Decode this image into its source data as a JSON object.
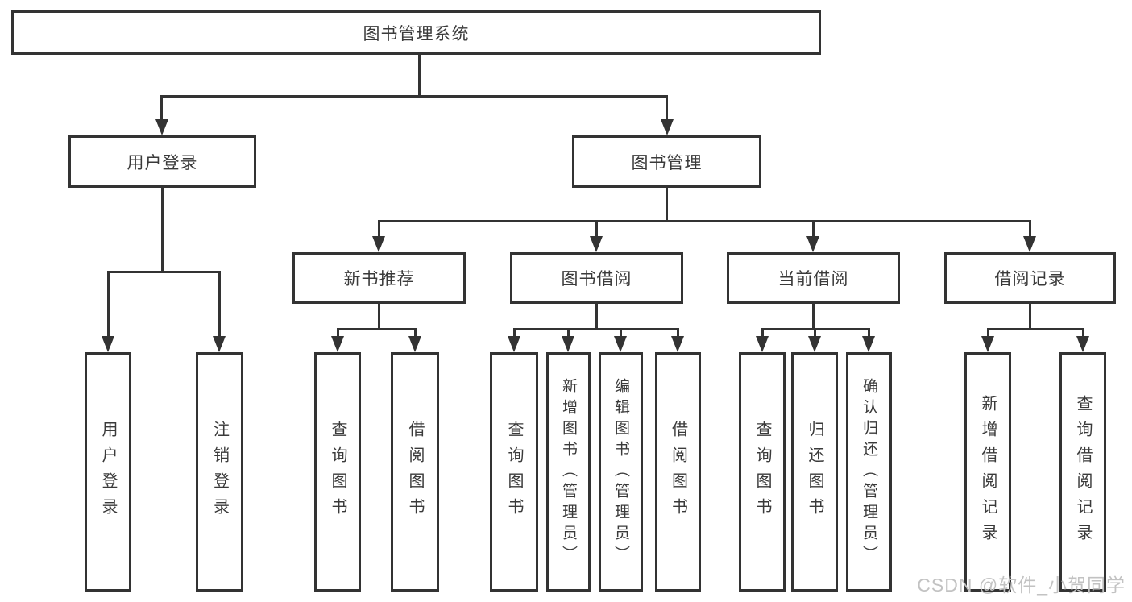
{
  "diagram": {
    "root": {
      "label": "图书管理系统"
    },
    "branches": [
      {
        "label": "用户登录",
        "children": [
          {
            "label": "用户登录"
          },
          {
            "label": "注销登录"
          }
        ]
      },
      {
        "label": "图书管理",
        "children": [
          {
            "label": "新书推荐",
            "children": [
              {
                "label": "查询图书"
              },
              {
                "label": "借阅图书"
              }
            ]
          },
          {
            "label": "图书借阅",
            "children": [
              {
                "label": "查询图书"
              },
              {
                "label": "新增图书（管理员）"
              },
              {
                "label": "编辑图书（管理员）"
              },
              {
                "label": "借阅图书"
              }
            ]
          },
          {
            "label": "当前借阅",
            "children": [
              {
                "label": "查询图书"
              },
              {
                "label": "归还图书"
              },
              {
                "label": "确认归还（管理员）"
              }
            ]
          },
          {
            "label": "借阅记录",
            "children": [
              {
                "label": "新增借阅记录"
              },
              {
                "label": "查询借阅记录"
              }
            ]
          }
        ]
      }
    ],
    "line_color": "#333333",
    "box_background": "#ffffff",
    "text_color": "#3a3a3a"
  },
  "watermark": {
    "text": "CSDN @软件_小贺同学",
    "color": "#c2c2c2"
  }
}
